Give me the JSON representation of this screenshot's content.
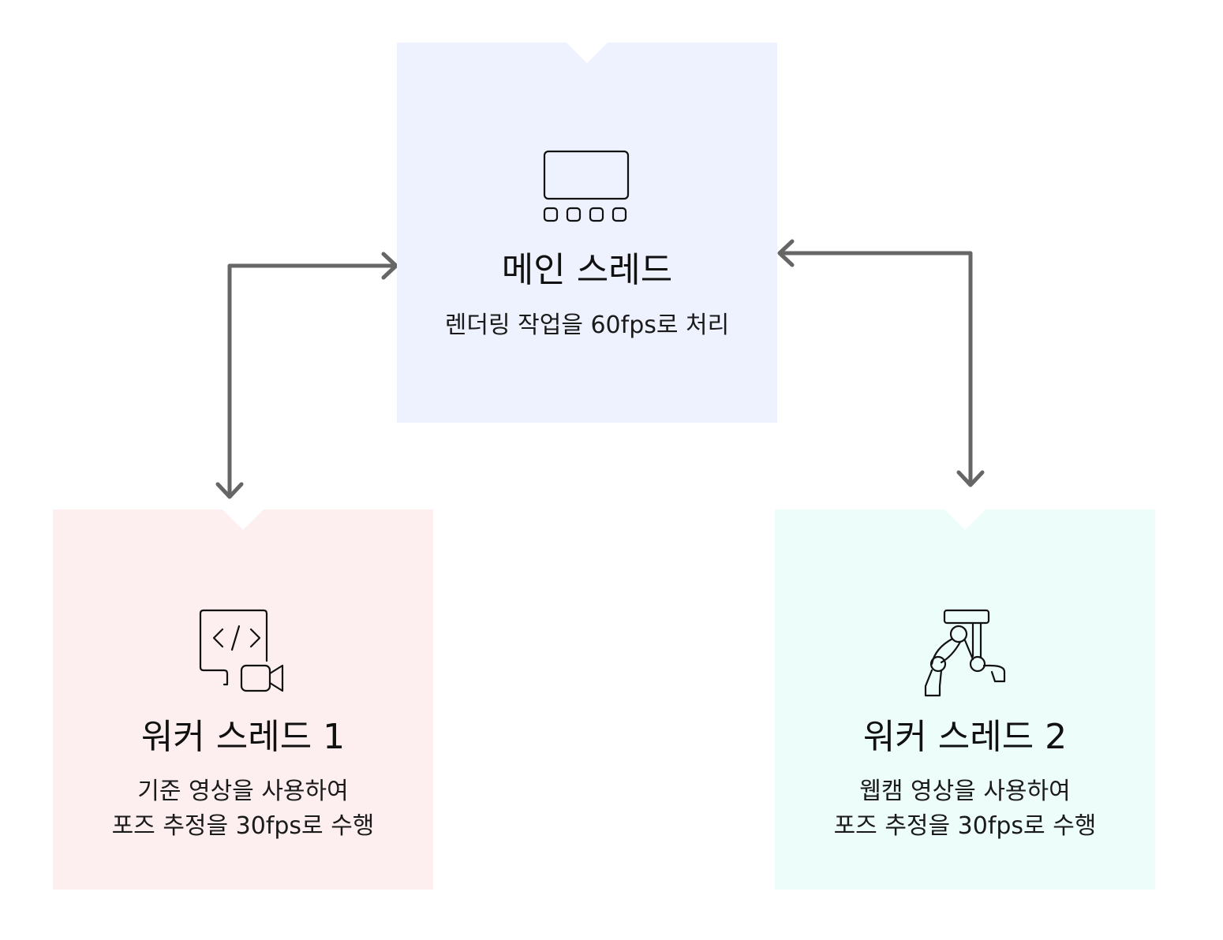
{
  "main_thread": {
    "title": "메인 스레드",
    "desc": "렌더링 작업을 60fps로 처리",
    "icon": "film-strip-icon",
    "color": "#eef2ff"
  },
  "worker_thread_1": {
    "title": "워커 스레드 1",
    "desc_line1": "기준 영상을 사용하여",
    "desc_line2": "포즈 추정을 30fps로 수행",
    "icon": "code-video-icon",
    "color": "#fdefef"
  },
  "worker_thread_2": {
    "title": "워커 스레드 2",
    "desc_line1": "웹캠 영상을 사용하여",
    "desc_line2": "포즈 추정을 30fps로 수행",
    "icon": "running-pose-icon",
    "color": "#ecfdfa"
  },
  "connector_color": "#666666"
}
